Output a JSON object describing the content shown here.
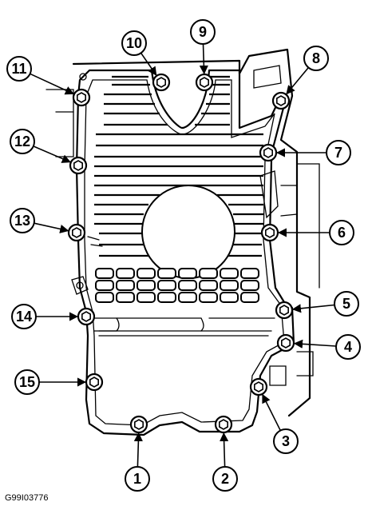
{
  "figure_id": "G99I03776",
  "subject": "oil-pan-bolt-tightening-sequence",
  "callouts": [
    "1",
    "2",
    "3",
    "4",
    "5",
    "6",
    "7",
    "8",
    "9",
    "10",
    "11",
    "12",
    "13",
    "14",
    "15"
  ],
  "colors": {
    "ink": "#000000",
    "paper": "#ffffff"
  }
}
